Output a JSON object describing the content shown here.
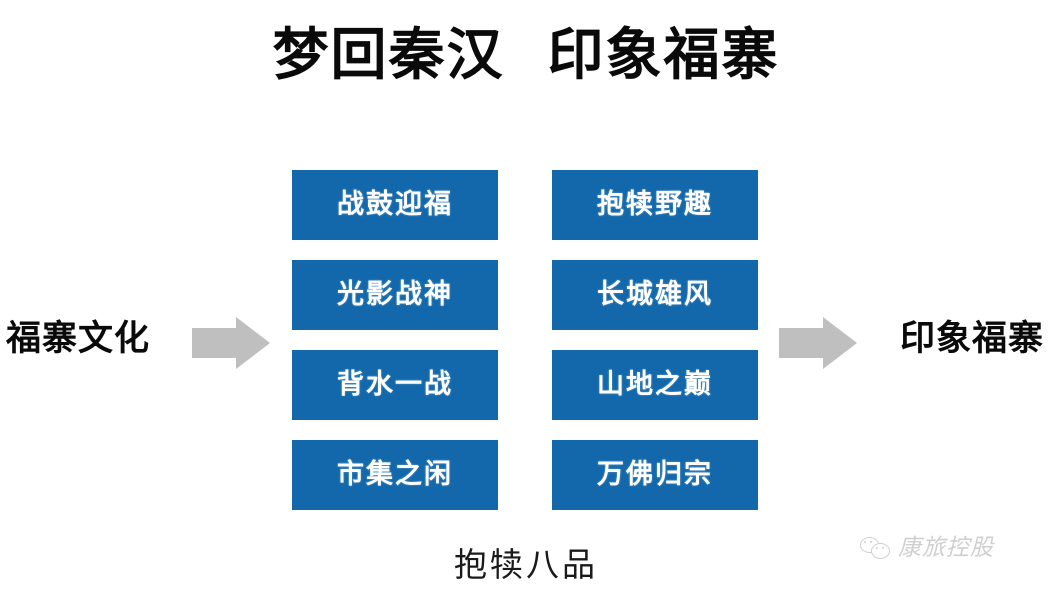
{
  "slide": {
    "title": "梦回秦汉  印象福寨",
    "background_color": "#ffffff",
    "bottom_caption": "抱犊八品"
  },
  "flow": {
    "start_label": "福寨文化",
    "end_label": "印象福寨",
    "arrow_color": "#bfbfbf",
    "arrow_left_name": "right-arrow-icon",
    "arrow_right_name": "right-arrow-icon"
  },
  "boxes": {
    "accent_color": "#1268ab",
    "text_color": "#ffffff",
    "left_column": [
      {
        "label": "战鼓迎福"
      },
      {
        "label": "光影战神"
      },
      {
        "label": "背水一战"
      },
      {
        "label": "市集之闲"
      }
    ],
    "right_column": [
      {
        "label": "抱犊野趣"
      },
      {
        "label": "长城雄风"
      },
      {
        "label": "山地之巅"
      },
      {
        "label": "万佛归宗"
      }
    ]
  },
  "watermark": {
    "icon": "wechat-icon",
    "text": "康旅控股",
    "color": "#8f8f8f"
  }
}
